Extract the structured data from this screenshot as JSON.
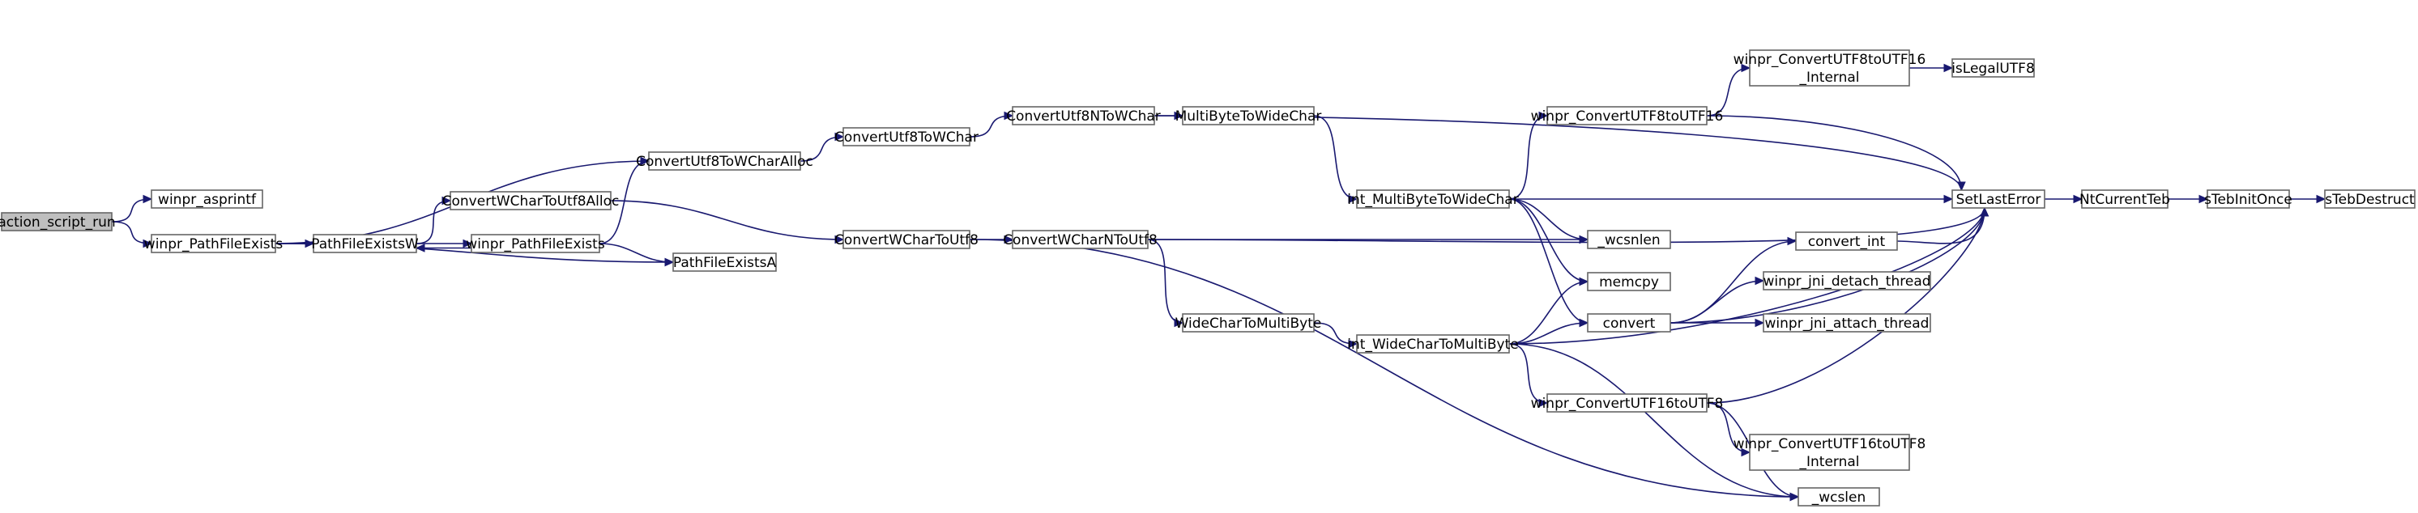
{
  "colors": {
    "edge": "#191970",
    "node_fill": "#ffffff",
    "root_fill": "#bfbfbf",
    "node_border": "#666666"
  },
  "nodes": [
    {
      "id": "n_action",
      "label": "action_script_run",
      "root": true
    },
    {
      "id": "n_asprintf",
      "label": "winpr_asprintf"
    },
    {
      "id": "n_pathfileexists",
      "label": "winpr_PathFileExists"
    },
    {
      "id": "n_pathfileexistsw",
      "label": "PathFileExistsW"
    },
    {
      "id": "n_winpr_pfe",
      "label": "winpr_PathFileExists"
    },
    {
      "id": "n_pathfileexistsa",
      "label": "PathFileExistsA"
    },
    {
      "id": "n_cu8toWalloc",
      "label": "ConvertUtf8ToWCharAlloc"
    },
    {
      "id": "n_cwctou8alloc",
      "label": "ConvertWCharToUtf8Alloc"
    },
    {
      "id": "n_cu8towchar",
      "label": "ConvertUtf8ToWChar"
    },
    {
      "id": "n_cwchartou8",
      "label": "ConvertWCharToUtf8"
    },
    {
      "id": "n_cu8ntowchar",
      "label": "ConvertUtf8NToWChar"
    },
    {
      "id": "n_cwcharntou8",
      "label": "ConvertWCharNToUtf8"
    },
    {
      "id": "n_mbtowc",
      "label": "MultiByteToWideChar"
    },
    {
      "id": "n_wctomb",
      "label": "WideCharToMultiByte"
    },
    {
      "id": "n_int_mbtowc",
      "label": "int_MultiByteToWideChar"
    },
    {
      "id": "n_int_wctomb",
      "label": "int_WideCharToMultiByte"
    },
    {
      "id": "n_cvt8to16",
      "label": "winpr_ConvertUTF8toUTF16"
    },
    {
      "id": "n_cvt8to16int",
      "label": [
        "winpr_ConvertUTF8toUTF16",
        "_Internal"
      ]
    },
    {
      "id": "n_islegal",
      "label": "isLegalUTF8"
    },
    {
      "id": "n_wcsnlen",
      "label": "_wcsnlen"
    },
    {
      "id": "n_memcpy",
      "label": "memcpy"
    },
    {
      "id": "n_convert",
      "label": "convert"
    },
    {
      "id": "n_convert_int",
      "label": "convert_int"
    },
    {
      "id": "n_jni_detach",
      "label": "winpr_jni_detach_thread"
    },
    {
      "id": "n_jni_attach",
      "label": "winpr_jni_attach_thread"
    },
    {
      "id": "n_cvt16to8",
      "label": "winpr_ConvertUTF16toUTF8"
    },
    {
      "id": "n_cvt16to8int",
      "label": [
        "winpr_ConvertUTF16toUTF8",
        "_Internal"
      ]
    },
    {
      "id": "n_wcslen",
      "label": "_wcslen"
    },
    {
      "id": "n_setlasterror",
      "label": "SetLastError"
    },
    {
      "id": "n_ntcurrentteb",
      "label": "NtCurrentTeb"
    },
    {
      "id": "n_tebinitonce",
      "label": "sTebInitOnce"
    },
    {
      "id": "n_tebdestruct",
      "label": "sTebDestruct"
    }
  ],
  "edges": [
    {
      "from": "n_action",
      "to": "n_asprintf"
    },
    {
      "from": "n_action",
      "to": "n_pathfileexists"
    },
    {
      "from": "n_pathfileexists",
      "to": "n_cu8toWalloc"
    },
    {
      "from": "n_pathfileexists",
      "to": "n_pathfileexistsw"
    },
    {
      "from": "n_pathfileexists",
      "to": "n_pathfileexistsa"
    },
    {
      "from": "n_pathfileexistsw",
      "to": "n_cwctou8alloc"
    },
    {
      "from": "n_pathfileexistsw",
      "to": "n_winpr_pfe"
    },
    {
      "from": "n_winpr_pfe",
      "to": "n_pathfileexistsw"
    },
    {
      "from": "n_winpr_pfe",
      "to": "n_cu8toWalloc"
    },
    {
      "from": "n_winpr_pfe",
      "to": "n_pathfileexistsa"
    },
    {
      "from": "n_cwctou8alloc",
      "to": "n_cwchartou8"
    },
    {
      "from": "n_cu8toWalloc",
      "to": "n_cu8towchar"
    },
    {
      "from": "n_cu8towchar",
      "to": "n_cu8ntowchar"
    },
    {
      "from": "n_cu8ntowchar",
      "to": "n_setlasterror"
    },
    {
      "from": "n_cu8ntowchar",
      "to": "n_mbtowc"
    },
    {
      "from": "n_mbtowc",
      "to": "n_int_mbtowc"
    },
    {
      "from": "n_cwchartou8",
      "to": "n_cwcharntou8"
    },
    {
      "from": "n_cwchartou8",
      "to": "n_wcslen"
    },
    {
      "from": "n_cwcharntou8",
      "to": "n_setlasterror"
    },
    {
      "from": "n_cwcharntou8",
      "to": "n_wcsnlen"
    },
    {
      "from": "n_cwcharntou8",
      "to": "n_wctomb"
    },
    {
      "from": "n_wctomb",
      "to": "n_int_wctomb"
    },
    {
      "from": "n_int_mbtowc",
      "to": "n_cvt8to16"
    },
    {
      "from": "n_int_mbtowc",
      "to": "n_setlasterror"
    },
    {
      "from": "n_int_mbtowc",
      "to": "n_wcsnlen"
    },
    {
      "from": "n_int_mbtowc",
      "to": "n_memcpy"
    },
    {
      "from": "n_int_mbtowc",
      "to": "n_convert"
    },
    {
      "from": "n_cvt8to16",
      "to": "n_cvt8to16int"
    },
    {
      "from": "n_cvt8to16",
      "to": "n_setlasterror"
    },
    {
      "from": "n_cvt8to16int",
      "to": "n_islegal"
    },
    {
      "from": "n_int_wctomb",
      "to": "n_memcpy"
    },
    {
      "from": "n_int_wctomb",
      "to": "n_convert"
    },
    {
      "from": "n_int_wctomb",
      "to": "n_setlasterror"
    },
    {
      "from": "n_int_wctomb",
      "to": "n_cvt16to8"
    },
    {
      "from": "n_int_wctomb",
      "to": "n_wcslen"
    },
    {
      "from": "n_convert",
      "to": "n_convert_int"
    },
    {
      "from": "n_convert",
      "to": "n_jni_detach"
    },
    {
      "from": "n_convert",
      "to": "n_jni_attach"
    },
    {
      "from": "n_convert_int",
      "to": "n_setlasterror"
    },
    {
      "from": "n_convert",
      "to": "n_setlasterror"
    },
    {
      "from": "n_cvt16to8",
      "to": "n_cvt16to8int"
    },
    {
      "from": "n_cvt16to8",
      "to": "n_setlasterror"
    },
    {
      "from": "n_cvt16to8",
      "to": "n_wcslen"
    },
    {
      "from": "n_setlasterror",
      "to": "n_ntcurrentteb"
    },
    {
      "from": "n_ntcurrentteb",
      "to": "n_tebinitonce"
    },
    {
      "from": "n_tebinitonce",
      "to": "n_tebdestruct"
    }
  ]
}
